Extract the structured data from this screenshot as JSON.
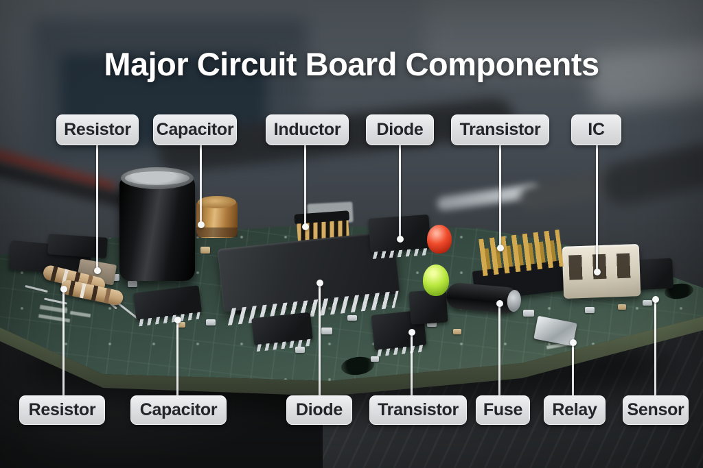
{
  "title": "Major Circuit Board Components",
  "callouts": {
    "top": [
      {
        "id": "resistor-top",
        "label": "Resistor"
      },
      {
        "id": "capacitor-top",
        "label": "Capacitor"
      },
      {
        "id": "inductor-top",
        "label": "Inductor"
      },
      {
        "id": "diode-top",
        "label": "Diode"
      },
      {
        "id": "transistor-top",
        "label": "Transistor"
      },
      {
        "id": "ic-top",
        "label": "IC"
      }
    ],
    "bottom": [
      {
        "id": "resistor-bottom",
        "label": "Resistor"
      },
      {
        "id": "capacitor-bottom",
        "label": "Capacitor"
      },
      {
        "id": "diode-bottom",
        "label": "Diode"
      },
      {
        "id": "transistor-bottom",
        "label": "Transistor"
      },
      {
        "id": "fuse-bottom",
        "label": "Fuse"
      },
      {
        "id": "relay-bottom",
        "label": "Relay"
      },
      {
        "id": "sensor-bottom",
        "label": "Sensor"
      }
    ]
  },
  "colors": {
    "label_background": "#dfe1e3",
    "label_text": "#232529",
    "leader_line": "#f5f6f7",
    "title_text": "#ffffff",
    "pcb_green": "#3d544a",
    "led_red": "#f04c2c",
    "led_green": "#b8e83e",
    "pin_gold": "#d2a94e",
    "connector_beige": "#d6cfbc"
  }
}
